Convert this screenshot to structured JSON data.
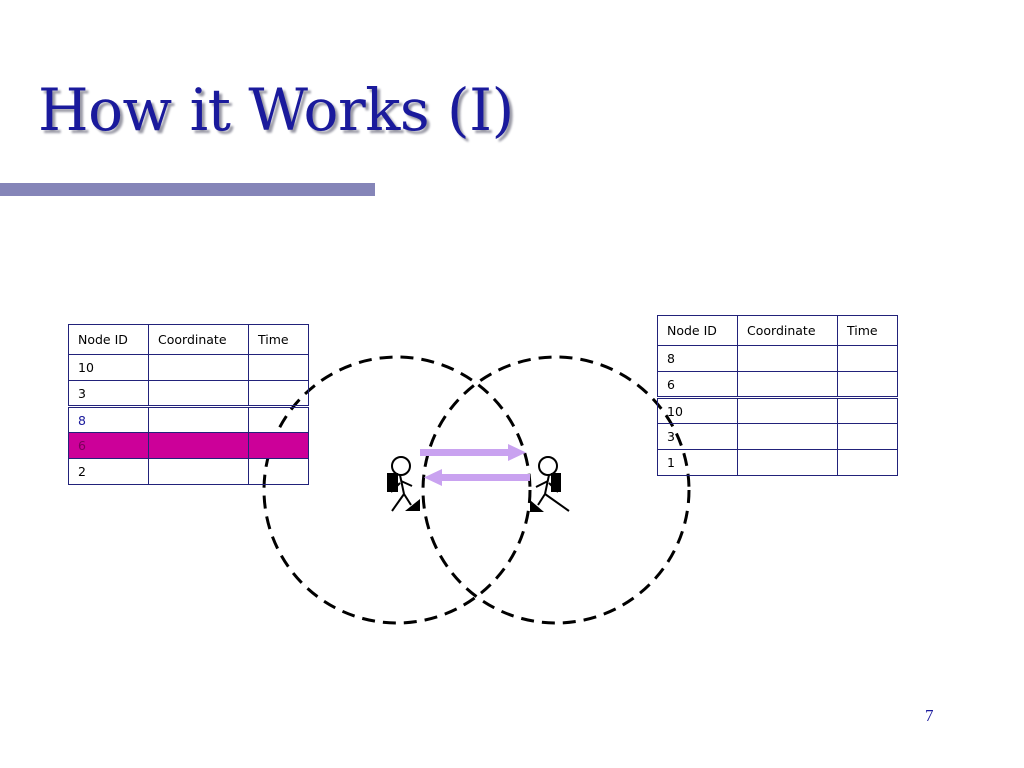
{
  "slide": {
    "title": "How it Works (I)",
    "page_number": "7"
  },
  "colors": {
    "title": "#1a1a9c",
    "title_rule": "#8585b8",
    "table_border": "#22227a",
    "highlight_row": "#cc0099",
    "arrow": "#c9a2f0"
  },
  "left_table": {
    "headers": [
      "Node ID",
      "Coordinate",
      "Time"
    ],
    "rows": [
      {
        "node_id": "10",
        "coordinate": "",
        "time": ""
      },
      {
        "node_id": "3",
        "coordinate": "",
        "time": ""
      },
      {
        "node_id": "8",
        "coordinate": "",
        "time": ""
      },
      {
        "node_id": "6",
        "coordinate": "",
        "time": ""
      },
      {
        "node_id": "2",
        "coordinate": "",
        "time": ""
      }
    ]
  },
  "right_table": {
    "headers": [
      "Node ID",
      "Coordinate",
      "Time"
    ],
    "rows": [
      {
        "node_id": "8",
        "coordinate": "",
        "time": ""
      },
      {
        "node_id": "6",
        "coordinate": "",
        "time": ""
      },
      {
        "node_id": "10",
        "coordinate": "",
        "time": ""
      },
      {
        "node_id": "3",
        "coordinate": "",
        "time": ""
      },
      {
        "node_id": "1",
        "coordinate": "",
        "time": ""
      }
    ]
  },
  "diagram": {
    "nodes": [
      {
        "icon": "walking-person-icon"
      },
      {
        "icon": "walking-person-icon"
      }
    ],
    "ranges": [
      "dashed-range-circle",
      "dashed-range-circle"
    ],
    "exchange": [
      "arrow-right",
      "arrow-left"
    ]
  }
}
